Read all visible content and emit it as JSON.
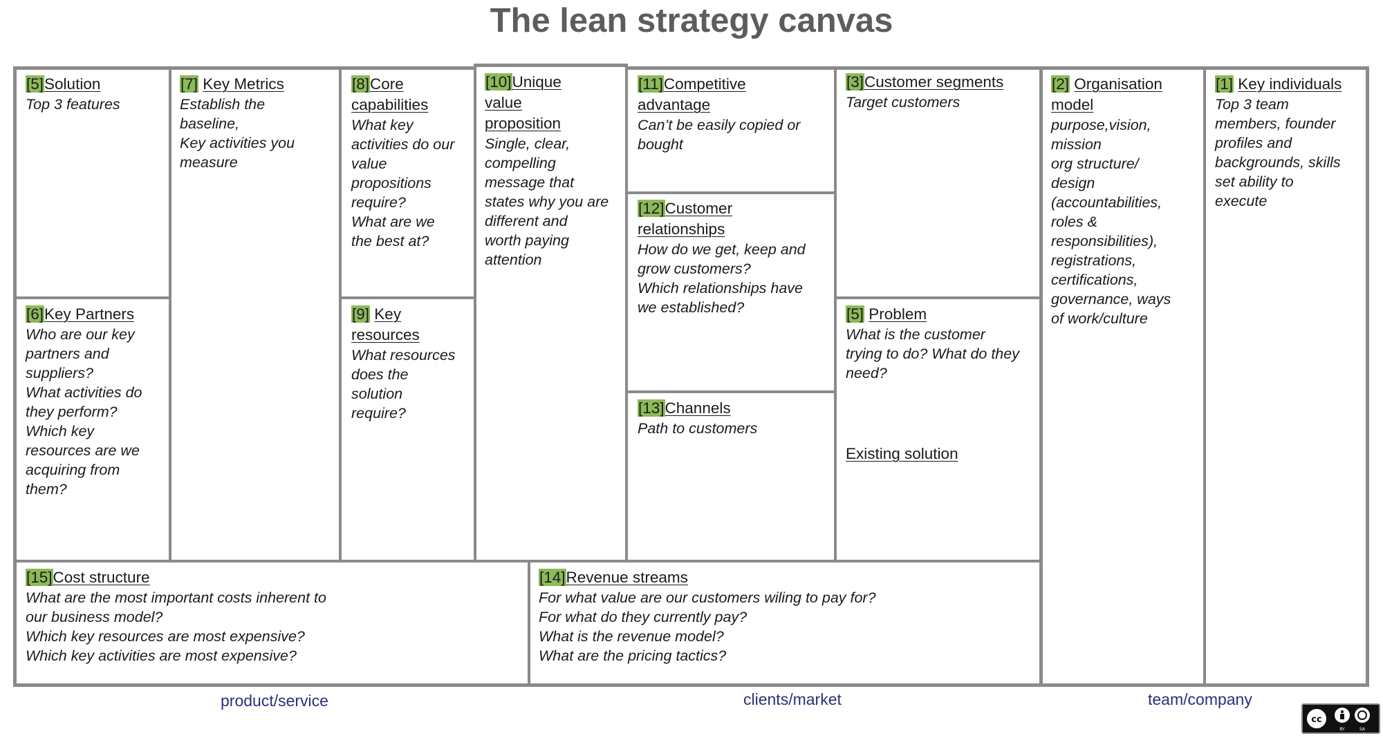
{
  "title": "The lean strategy canvas",
  "blocks": {
    "solution": {
      "num": "[5]",
      "label": "Solution",
      "desc": "Top 3 features"
    },
    "key_metrics": {
      "num": "[7]",
      "label": "Key Metrics",
      "desc": "Establish the\nbaseline,\nKey activities you\nmeasure"
    },
    "core_capabilities": {
      "num": "[8]",
      "label": "Core\ncapabilities",
      "desc": "What key\nactivities do our\nvalue\npropositions\nrequire?\nWhat are we\nthe best at?"
    },
    "unique_value": {
      "num": "[10]",
      "label": "Unique\nvalue\nproposition",
      "desc": "Single, clear,\ncompelling\nmessage that\nstates why you are\ndifferent and\nworth paying\nattention"
    },
    "competitive_advantage": {
      "num": "[11]",
      "label": "Competitive\nadvantage",
      "desc": "Can’t be easily copied or\nbought"
    },
    "customer_segments": {
      "num": "[3]",
      "label": "Customer segments",
      "desc": "Target customers"
    },
    "organisation_model": {
      "num": "[2]",
      "label": "Organisation\nmodel",
      "desc": "purpose,vision,\nmission\norg structure/\ndesign\n(accountabilities,\nroles &\nresponsibilities),\nregistrations,\ncertifications,\ngovernance, ways\nof work/culture"
    },
    "key_individuals": {
      "num": "[1]",
      "label": "Key individuals",
      "desc": "Top 3 team\nmembers, founder\nprofiles and\nbackgrounds, skills\nset ability to\nexecute"
    },
    "key_partners": {
      "num": "[6]",
      "label": "Key Partners",
      "desc": "Who are our key\npartners and\nsuppliers?\nWhat activities do\nthey perform?\nWhich key\nresources are we\nacquiring from\nthem?"
    },
    "key_resources": {
      "num": "[9]",
      "label": "Key\nresources",
      "desc": "What resources\ndoes the\nsolution\nrequire?"
    },
    "customer_relationships": {
      "num": "[12]",
      "label": "Customer\nrelationships",
      "desc": "How do we get, keep and\ngrow customers?\nWhich relationships have\nwe established?"
    },
    "problem": {
      "num": "[5]",
      "label": "Problem",
      "desc": "What is the customer\ntrying to do? What do they\nneed?"
    },
    "existing_solution": {
      "label": "Existing solution"
    },
    "channels": {
      "num": "[13]",
      "label": "Channels",
      "desc": "Path to customers"
    },
    "cost_structure": {
      "num": "[15]",
      "label": "Cost structure",
      "desc": "What are the most important costs inherent to\nour business model?\nWhich key resources are most expensive?\nWhich key activities are most expensive?"
    },
    "revenue_streams": {
      "num": "[14]",
      "label": "Revenue streams",
      "desc": "For what value are our customers wiling to pay for?\nFor what do they currently pay?\nWhat is the revenue model?\nWhat are the pricing tactics?"
    }
  },
  "footer": {
    "product": "product/service",
    "clients": "clients/market",
    "team": "team/company"
  },
  "license_icon": "creative-commons-by-sa-icon"
}
